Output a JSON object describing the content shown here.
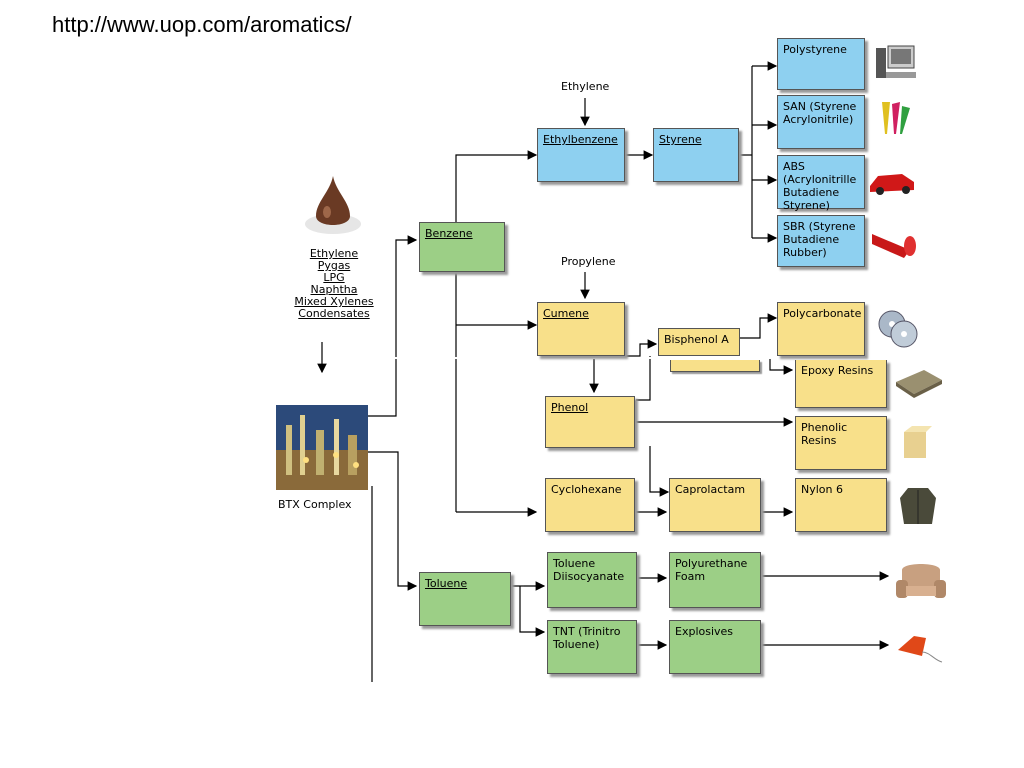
{
  "url": "http://www.uop.com/aromatics/",
  "feedstocks": [
    "Ethylene",
    "Pygas",
    "LPG",
    "Naphtha",
    "Mixed Xylenes",
    "Condensates"
  ],
  "btx_label": "BTX Complex",
  "inputs": {
    "ethylene": "Ethylene",
    "propylene": "Propylene"
  },
  "nodes": {
    "benzene": "Benzene",
    "toluene": "Toluene",
    "ethylbenzene": "Ethylbenzene",
    "styrene": "Styrene",
    "polystyrene": "Polystyrene",
    "san": "SAN (Styrene Acrylonitrile)",
    "abs": "ABS (Acrylonitrille Butadiene Styrene)",
    "sbr": "SBR (Styrene Butadiene Rubber)",
    "cumene": "Cumene",
    "phenol": "Phenol",
    "bisphenol": "Bisphenol A",
    "polycarbonate": "Polycarbonate",
    "epoxy": "Epoxy Resins",
    "phenolic": "Phenolic Resins",
    "cyclohexane": "Cyclohexane",
    "caprolactam": "Caprolactam",
    "nylon": "Nylon 6",
    "tdi": "Toluene Diisocyanate",
    "pu_foam": "Polyurethane Foam",
    "tnt": "TNT (Trinitro Toluene)",
    "explosives": "Explosives"
  },
  "colors": {
    "blue": "#8ed0f0",
    "green": "#9ccf86",
    "yellow": "#f8e08a"
  }
}
